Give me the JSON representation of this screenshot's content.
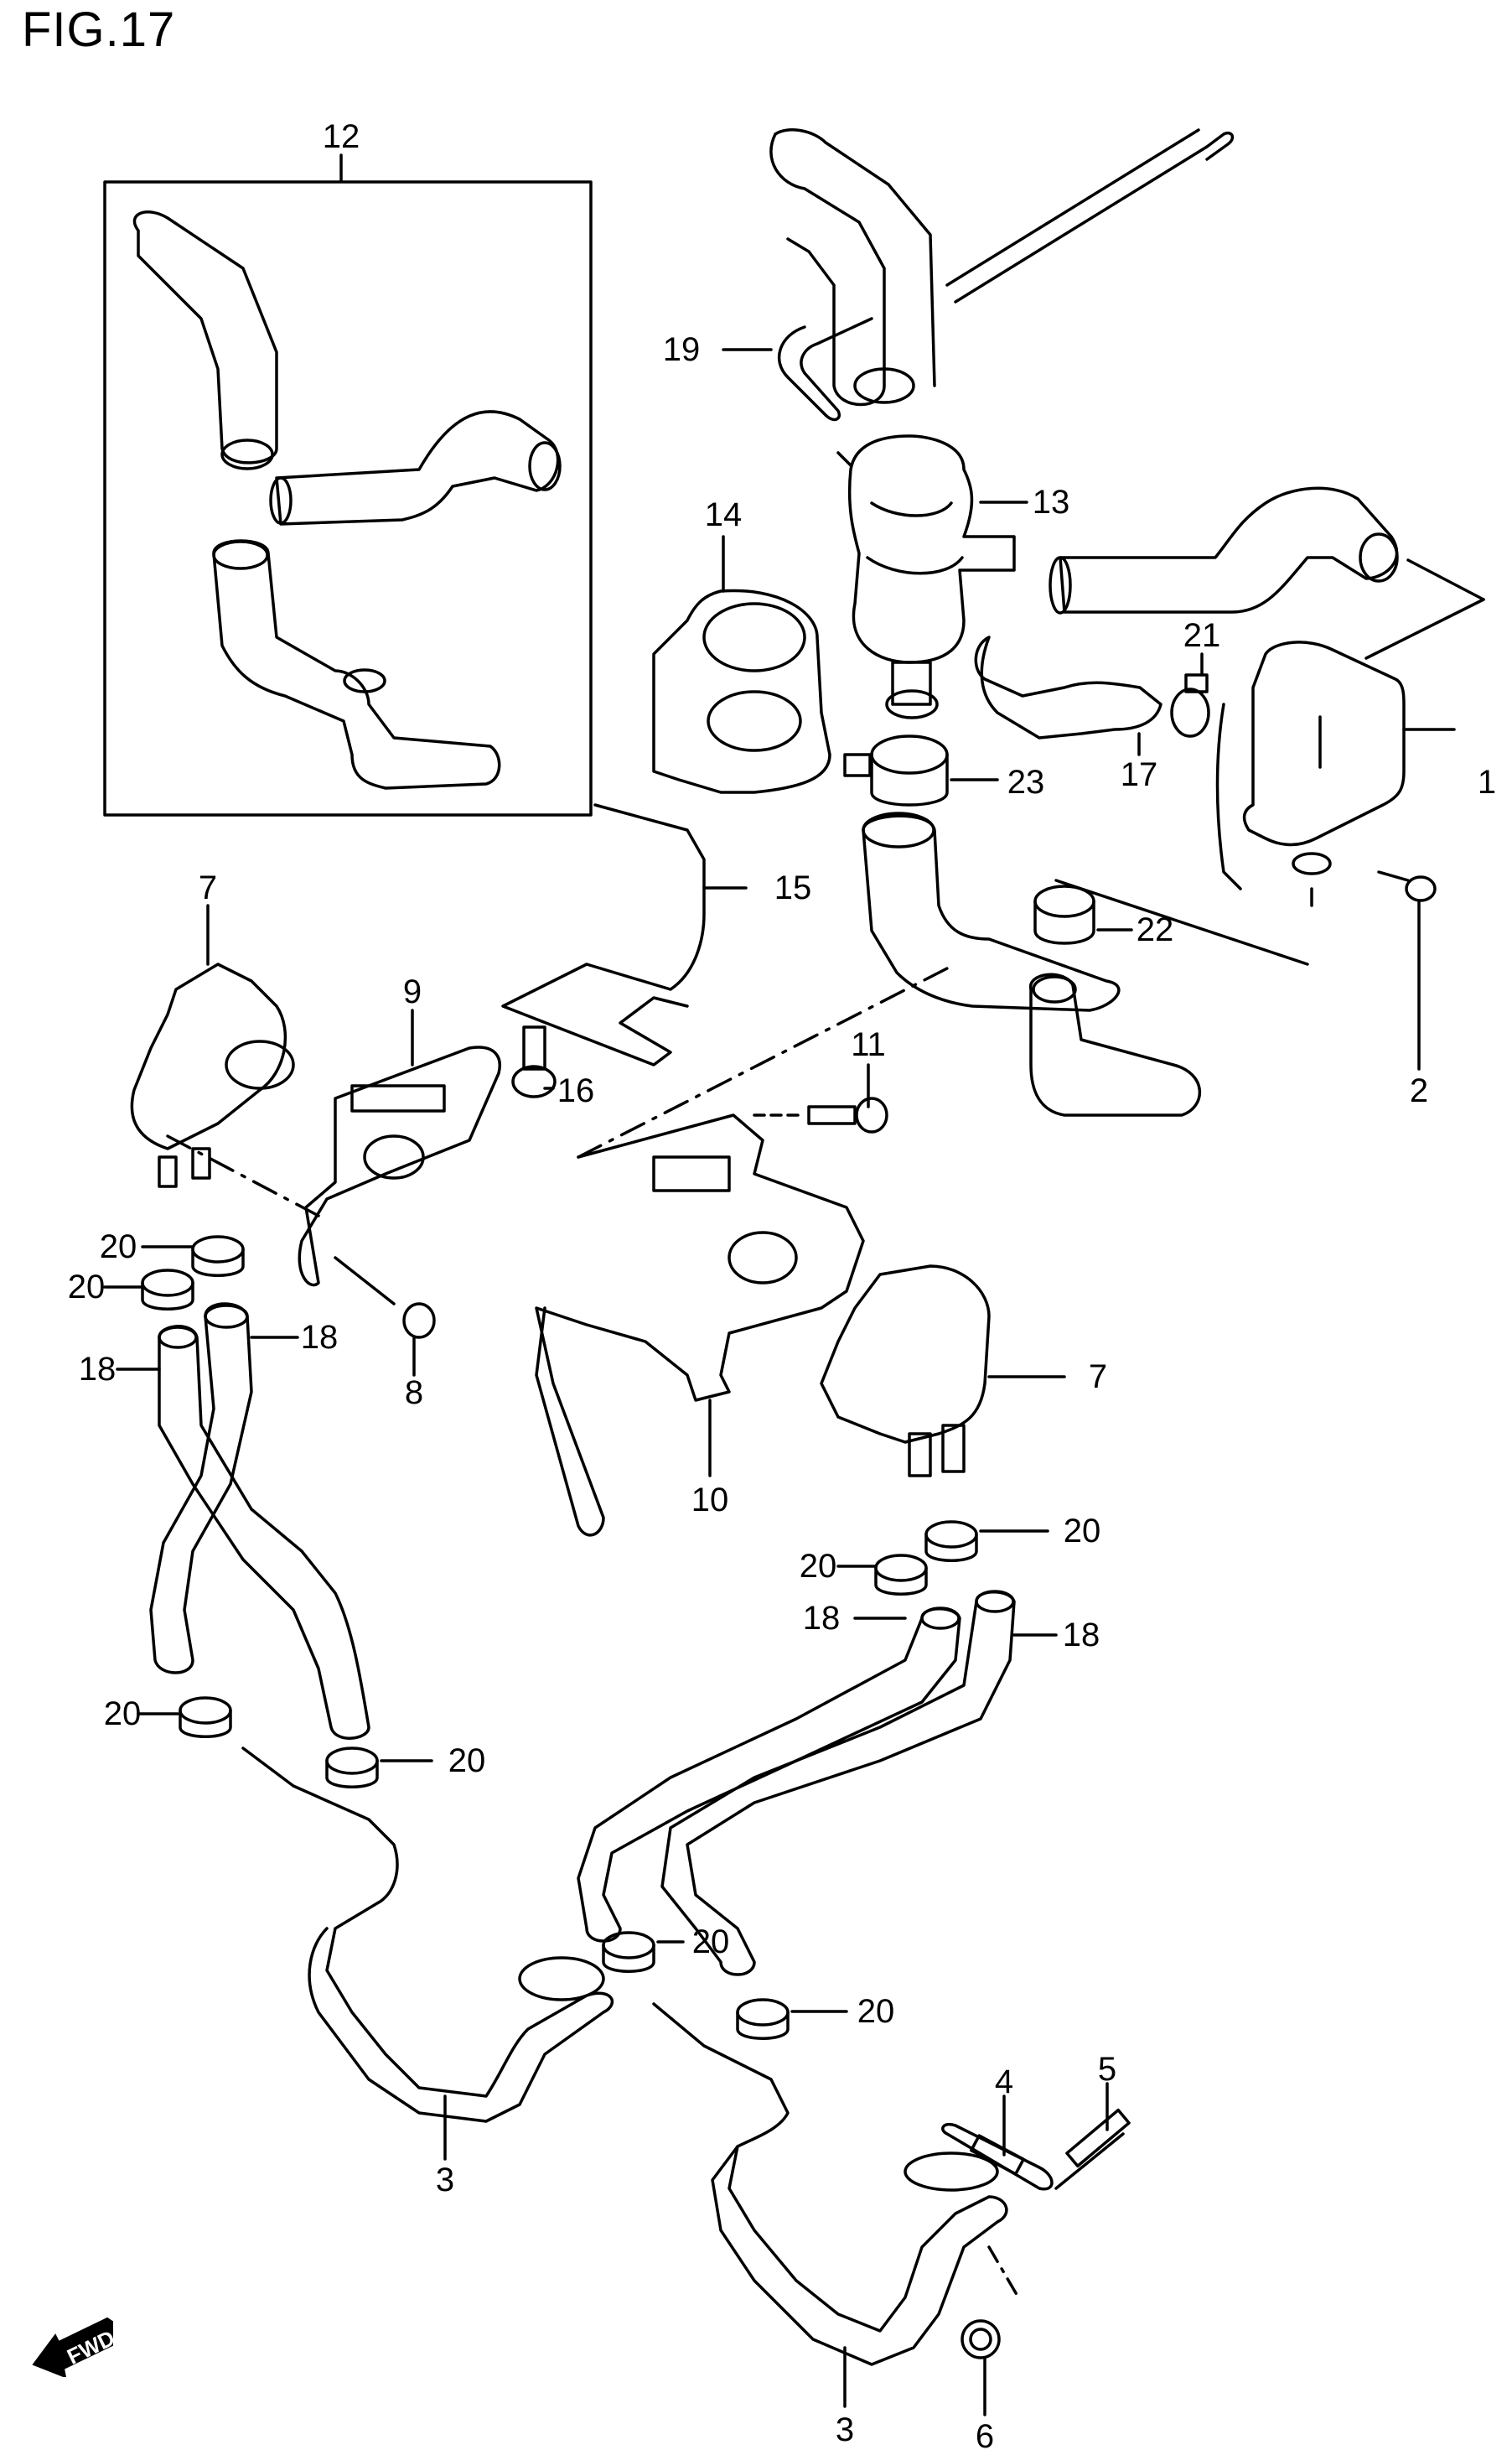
{
  "figure": {
    "title": "FIG.17",
    "direction_indicator": "FWD"
  },
  "callouts": [
    {
      "ref": "12",
      "part": "hose-set-box"
    },
    {
      "ref": "19",
      "part": "vacuum-hose"
    },
    {
      "ref": "13",
      "part": "air-control-valve"
    },
    {
      "ref": "14",
      "part": "valve-holder"
    },
    {
      "ref": "21",
      "part": "hose-clamp"
    },
    {
      "ref": "17",
      "part": "hose"
    },
    {
      "ref": "23",
      "part": "hose-clamp"
    },
    {
      "ref": "1",
      "part": "air-filter-box"
    },
    {
      "ref": "15",
      "part": "holder-bracket"
    },
    {
      "ref": "22",
      "part": "hose-clamp"
    },
    {
      "ref": "7",
      "part": "reed-valve-left"
    },
    {
      "ref": "9",
      "part": "gasket-bracket"
    },
    {
      "ref": "16",
      "part": "bolt"
    },
    {
      "ref": "11",
      "part": "bolt"
    },
    {
      "ref": "2",
      "part": "screw"
    },
    {
      "ref": "20",
      "part": "clip"
    },
    {
      "ref": "20",
      "part": "clip"
    },
    {
      "ref": "18",
      "part": "hose"
    },
    {
      "ref": "18",
      "part": "hose"
    },
    {
      "ref": "8",
      "part": "bolt"
    },
    {
      "ref": "7",
      "part": "reed-valve-right"
    },
    {
      "ref": "10",
      "part": "bracket"
    },
    {
      "ref": "20",
      "part": "clip"
    },
    {
      "ref": "20",
      "part": "clip"
    },
    {
      "ref": "18",
      "part": "hose"
    },
    {
      "ref": "18",
      "part": "hose"
    },
    {
      "ref": "20",
      "part": "clip"
    },
    {
      "ref": "20",
      "part": "clip"
    },
    {
      "ref": "20",
      "part": "clip"
    },
    {
      "ref": "20",
      "part": "clip"
    },
    {
      "ref": "4",
      "part": "gasket"
    },
    {
      "ref": "5",
      "part": "stud"
    },
    {
      "ref": "3",
      "part": "pipe-left"
    },
    {
      "ref": "3",
      "part": "pipe-right"
    },
    {
      "ref": "6",
      "part": "nut"
    }
  ]
}
